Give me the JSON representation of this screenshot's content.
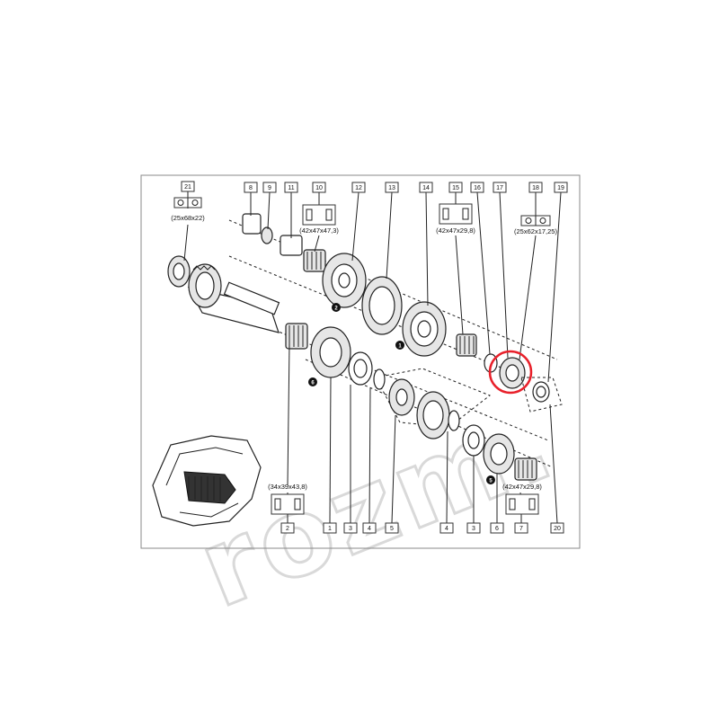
{
  "diagram": {
    "callouts": {
      "c21": "21",
      "c8": "8",
      "c9": "9",
      "c11": "11",
      "c10a": "10",
      "c12": "12",
      "c13": "13",
      "c14": "14",
      "c15": "15",
      "c16": "16",
      "c17": "17",
      "c18": "18",
      "c19": "19",
      "c2": "2",
      "c1": "1",
      "c3a": "3",
      "c4a": "4",
      "c5": "5",
      "c4b": "4",
      "c3b": "3",
      "c6": "6",
      "c7": "7",
      "c20": "20"
    },
    "dimensions": {
      "d21": "(25x68x22)",
      "d10": "(42x47x47,3)",
      "d15": "(42x47x29,8)",
      "d18": "(25x62x17,25)",
      "d2": "(34x39x43,8)",
      "d7": "(42x47x29,8)"
    },
    "badges": {
      "b2": "2",
      "b1": "1",
      "b6": "6",
      "b5": "5"
    },
    "watermark": "rozm.",
    "highlight_color": "#e8202a"
  }
}
